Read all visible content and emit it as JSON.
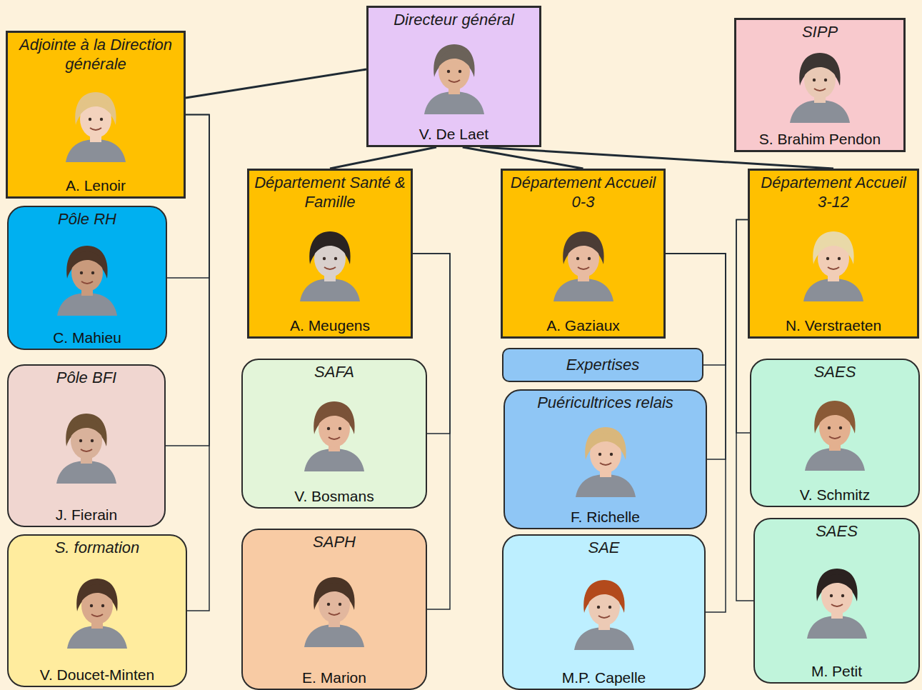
{
  "diagram": {
    "nodes": [
      {
        "text": [
          "Directeur général",
          "V. De Laet"
        ]
      },
      {
        "text": [
          "Adjointe à la Direction générale",
          "A. Lenoir"
        ]
      },
      {
        "text": [
          "SIPP",
          "S. Brahim Pendon"
        ]
      },
      {
        "text": [
          "Département Santé & Famille",
          "A. Meugens"
        ]
      },
      {
        "text": [
          "Département Accueil 0-3",
          "A. Gaziaux"
        ]
      },
      {
        "text": [
          "Département Accueil 3-12",
          "N. Verstraeten"
        ]
      },
      {
        "text": [
          "Pôle RH",
          "C. Mahieu"
        ]
      },
      {
        "text": [
          "Expertises"
        ]
      },
      {
        "text": [
          "SAFA",
          "V. Bosmans"
        ]
      },
      {
        "text": [
          "Puéricultrices relais",
          "F. Richelle"
        ]
      },
      {
        "text": [
          "SAES",
          "V. Schmitz"
        ]
      },
      {
        "text": [
          "Pôle BFI",
          "J. Fierain"
        ]
      },
      {
        "text": [
          "SAPH",
          "E. Marion"
        ]
      },
      {
        "text": [
          "SAES",
          "M. Petit"
        ]
      },
      {
        "text": [
          "S. formation",
          "V. Doucet-Minten"
        ]
      },
      {
        "text": [
          "SAE",
          "M.P. Capelle"
        ]
      }
    ],
    "edges": [
      {
        "from": 0,
        "to": 1,
        "arrow": "none"
      },
      {
        "from": 0,
        "to": 3,
        "arrow": "none"
      },
      {
        "from": 0,
        "to": 4,
        "arrow": "none"
      },
      {
        "from": 0,
        "to": 5,
        "arrow": "none"
      },
      {
        "from": 1,
        "to": 6,
        "arrow": "none"
      },
      {
        "from": 1,
        "to": 11,
        "arrow": "none"
      },
      {
        "from": 1,
        "to": 14,
        "arrow": "none"
      },
      {
        "from": 3,
        "to": 8,
        "arrow": "none"
      },
      {
        "from": 3,
        "to": 12,
        "arrow": "none"
      },
      {
        "from": 4,
        "to": 7,
        "arrow": "none"
      },
      {
        "from": 4,
        "to": 9,
        "arrow": "none"
      },
      {
        "from": 4,
        "to": 15,
        "arrow": "none"
      },
      {
        "from": 5,
        "to": 10,
        "arrow": "none"
      },
      {
        "from": 5,
        "to": 13,
        "arrow": "none"
      }
    ]
  }
}
